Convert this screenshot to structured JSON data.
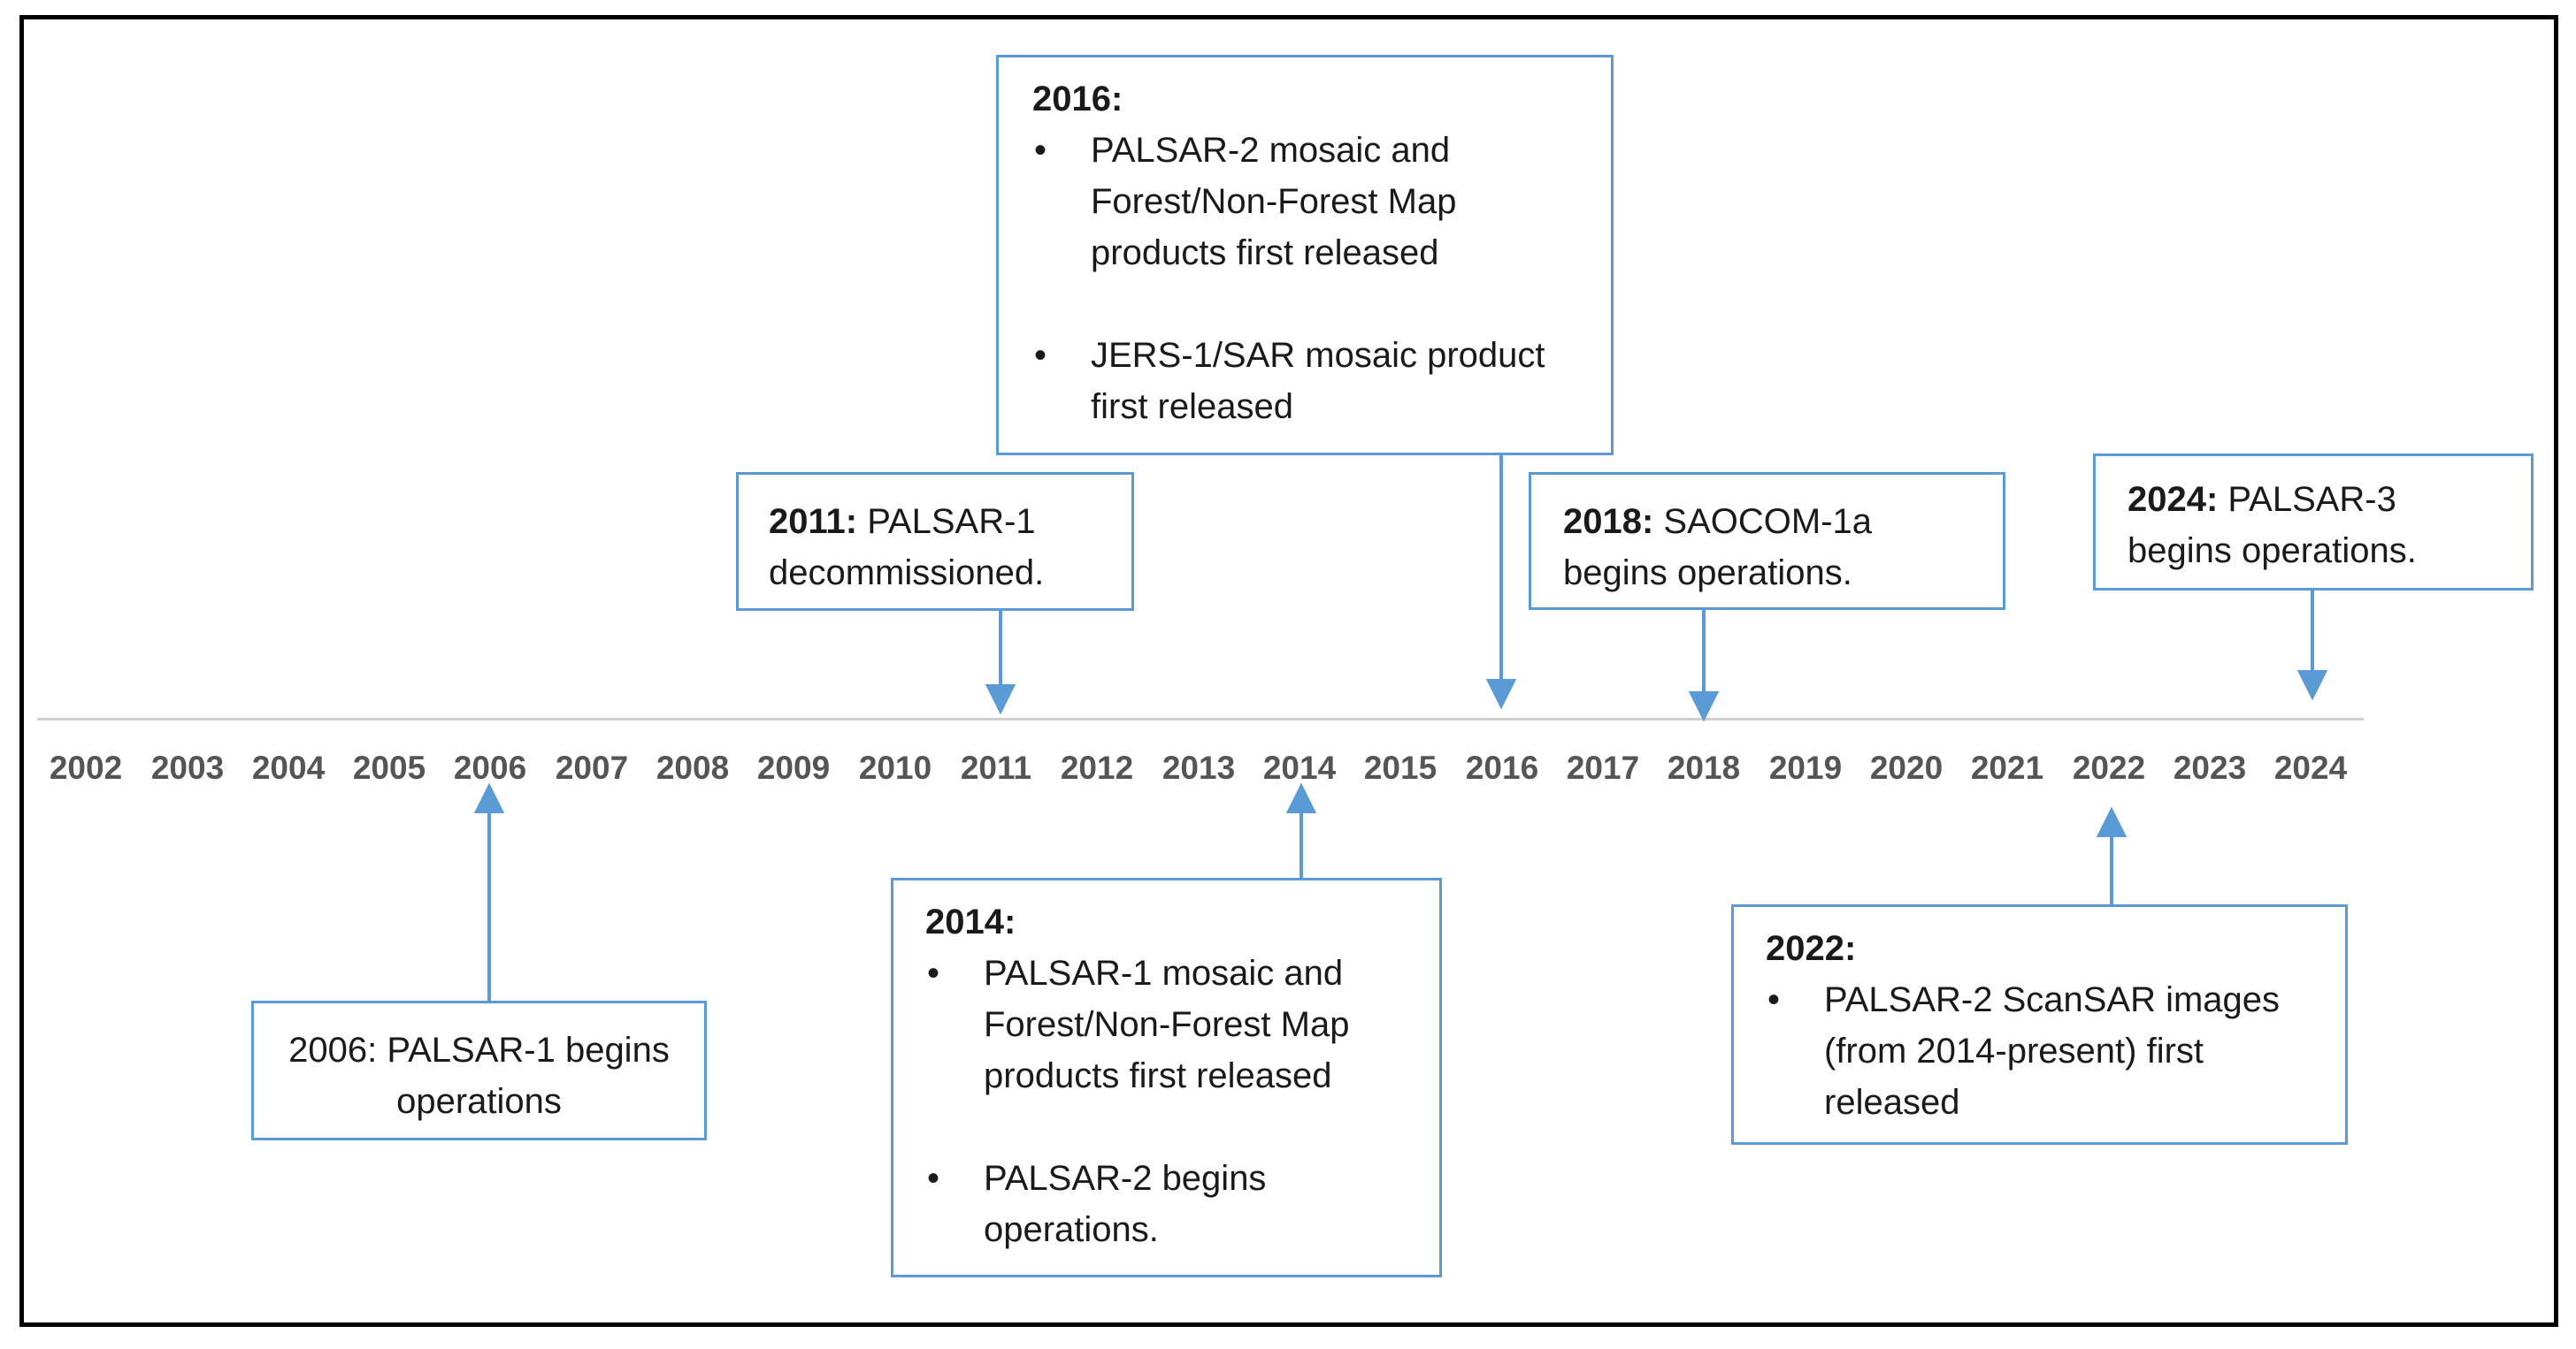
{
  "timeline": {
    "years": [
      "2002",
      "2003",
      "2004",
      "2005",
      "2006",
      "2007",
      "2008",
      "2009",
      "2010",
      "2011",
      "2012",
      "2013",
      "2014",
      "2015",
      "2016",
      "2017",
      "2018",
      "2019",
      "2020",
      "2021",
      "2022",
      "2023",
      "2024"
    ]
  },
  "events": {
    "e2006": {
      "text": "2006: PALSAR-1 begins operations"
    },
    "e2011": {
      "year": "2011:",
      "text": " PALSAR-1 decommissioned."
    },
    "e2014": {
      "year": "2014:",
      "bullets": [
        "PALSAR-1 mosaic and Forest/Non-Forest Map products first released",
        "PALSAR-2 begins operations."
      ]
    },
    "e2016": {
      "year": "2016:",
      "bullets": [
        "PALSAR-2 mosaic and Forest/Non-Forest Map products first released",
        "JERS-1/SAR mosaic product first released"
      ]
    },
    "e2018": {
      "year": "2018:",
      "text": " SAOCOM-1a begins operations."
    },
    "e2022": {
      "year": "2022:",
      "bullets": [
        "PALSAR-2 ScanSAR images (from 2014-present) first released"
      ]
    },
    "e2024": {
      "year": "2024:",
      "text": " PALSAR-3 begins operations."
    }
  },
  "bullet_symbol": "•",
  "colors": {
    "box_border": "#5b9bd5",
    "arrow": "#5b9bd5",
    "axis": "#cfcfcf",
    "year_labels": "#555555",
    "frame": "#000000"
  }
}
